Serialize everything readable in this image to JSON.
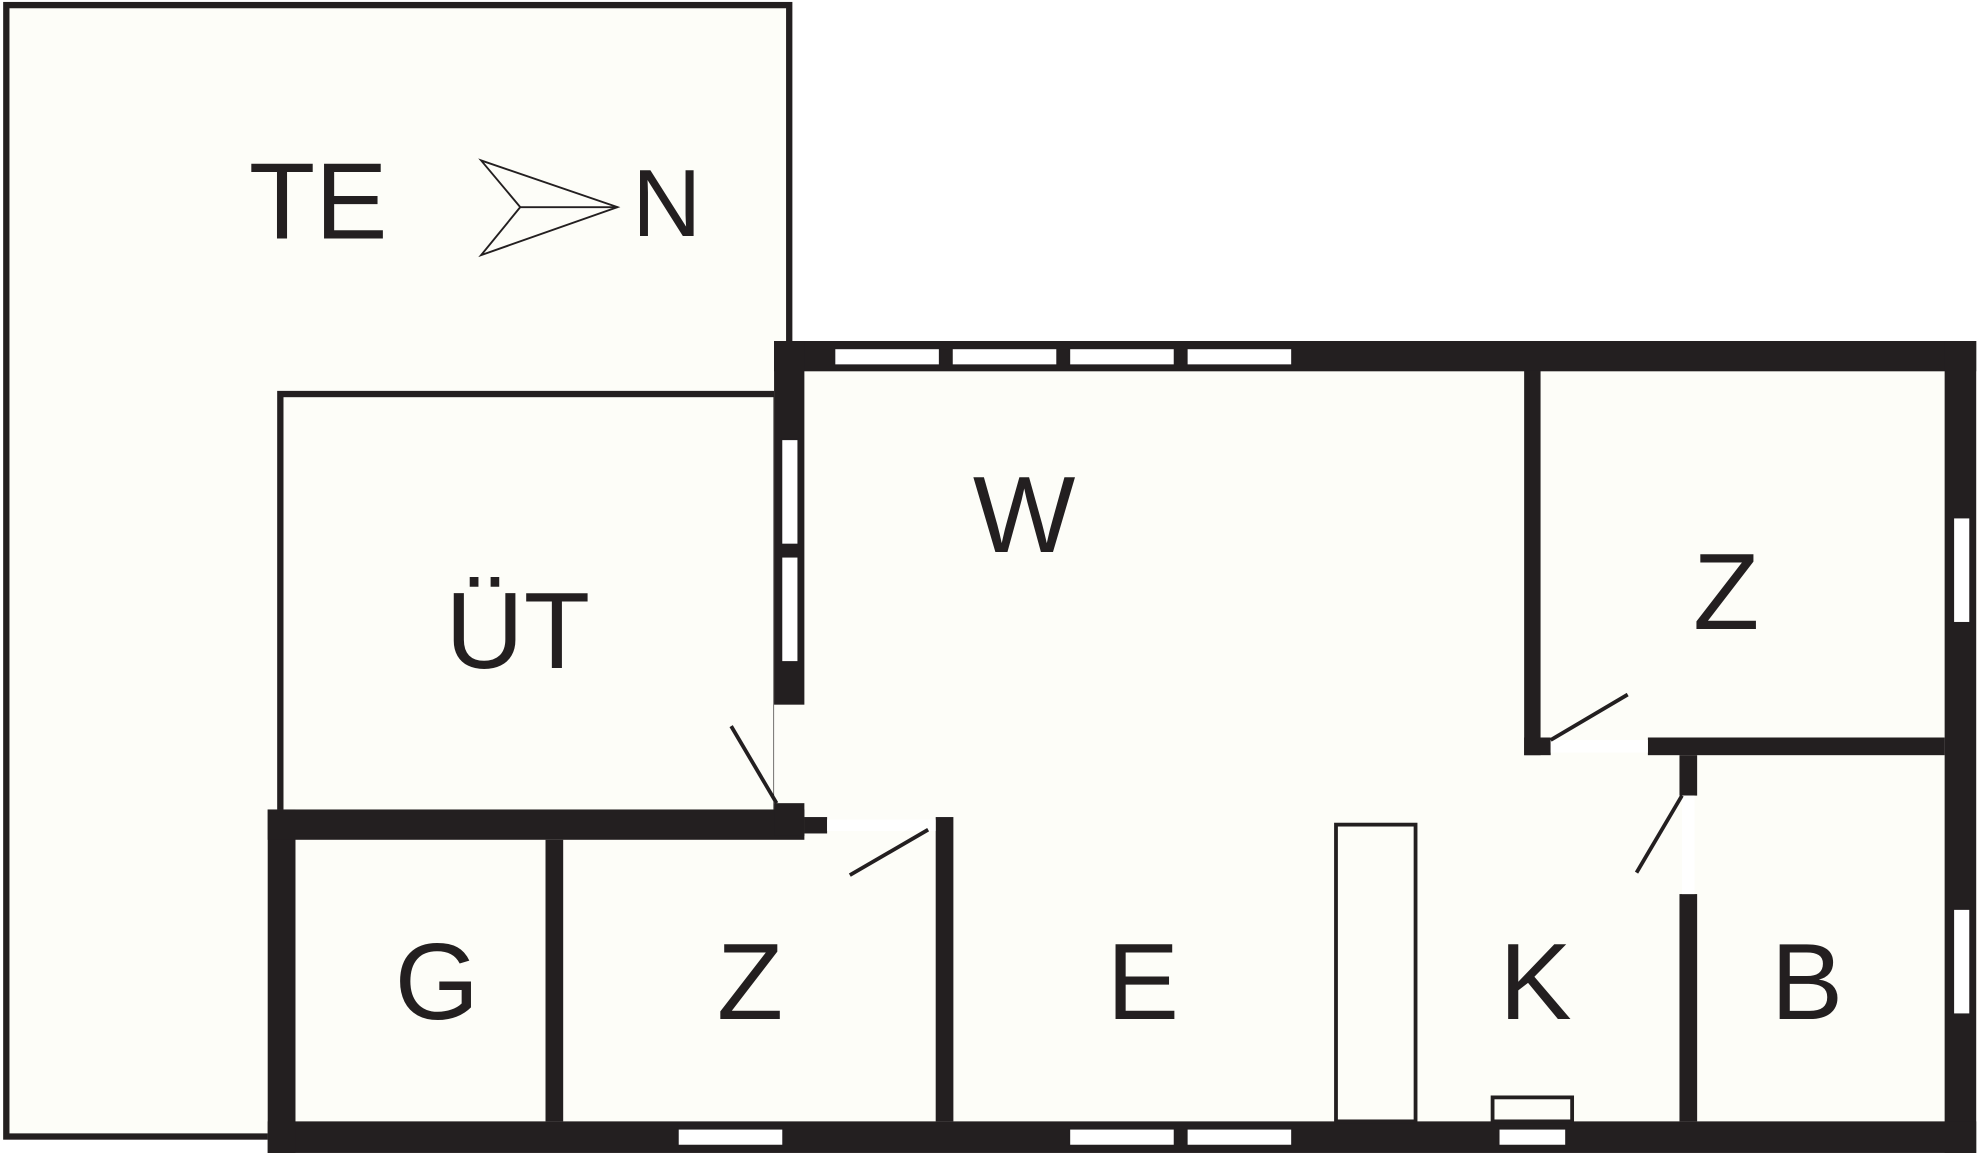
{
  "colors": {
    "wall": "#231f20",
    "floor": "#fdfdf8",
    "window": "#ffffff"
  },
  "rooms": {
    "terrace": "TE",
    "utility": "ÜT",
    "living": "W",
    "bedroom_top": "Z",
    "bedroom_left": "Z",
    "storage": "G",
    "entrance": "E",
    "kitchen": "K",
    "bath": "B"
  },
  "compass": {
    "label": "N",
    "icon": "north-arrow-icon"
  }
}
